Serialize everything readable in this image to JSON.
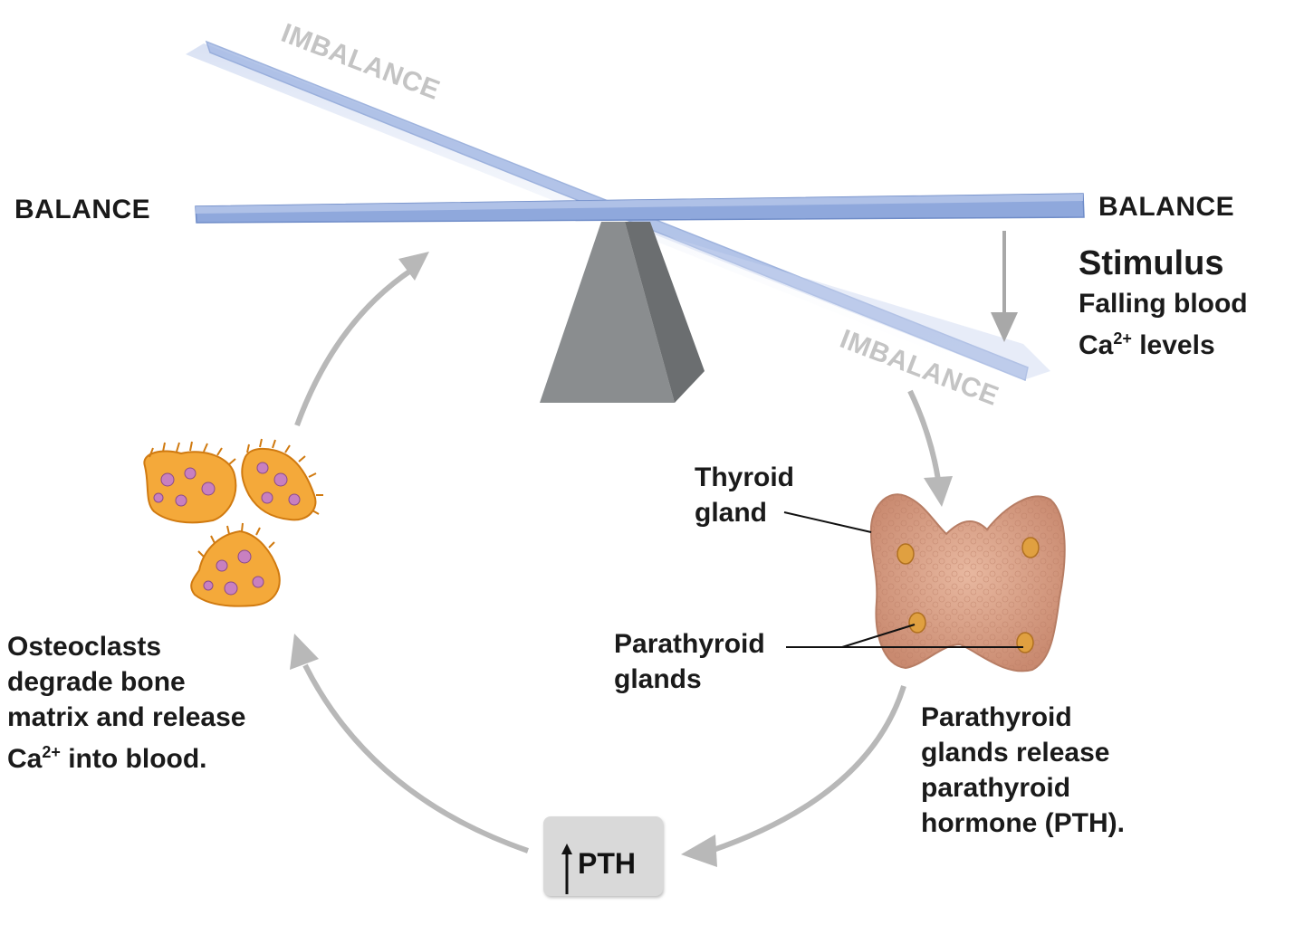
{
  "labels": {
    "balance_left": "BALANCE",
    "balance_right": "BALANCE",
    "imbalance_top": "IMBALANCE",
    "imbalance_bottom": "IMBALANCE",
    "stimulus_title": "Stimulus",
    "stimulus_line1": "Falling blood",
    "stimulus_line2_prefix": "Ca",
    "stimulus_line2_sup": "2+",
    "stimulus_line2_suffix": " levels",
    "thyroid_line1": "Thyroid",
    "thyroid_line2": "gland",
    "parathyroid_line1": "Parathyroid",
    "parathyroid_line2": "glands",
    "release_line1": "Parathyroid",
    "release_line2": "glands release",
    "release_line3": "parathyroid",
    "release_line4": "hormone (PTH).",
    "osteo_line1": "Osteoclasts",
    "osteo_line2": "degrade bone",
    "osteo_line3": "matrix and release",
    "osteo_line4_prefix": "Ca",
    "osteo_line4_sup": "2+",
    "osteo_line4_suffix": " into blood.",
    "pth": "PTH"
  },
  "colors": {
    "beam": "#8fa8dc",
    "beam_edge": "#6f8cc8",
    "fulcrum": "#8a8d8f",
    "cycle_arrow": "#b8b8b8",
    "imbalance_text": "#c4c4c4",
    "thyroid": "#d9a088",
    "osteoclast": "#f0a830"
  }
}
